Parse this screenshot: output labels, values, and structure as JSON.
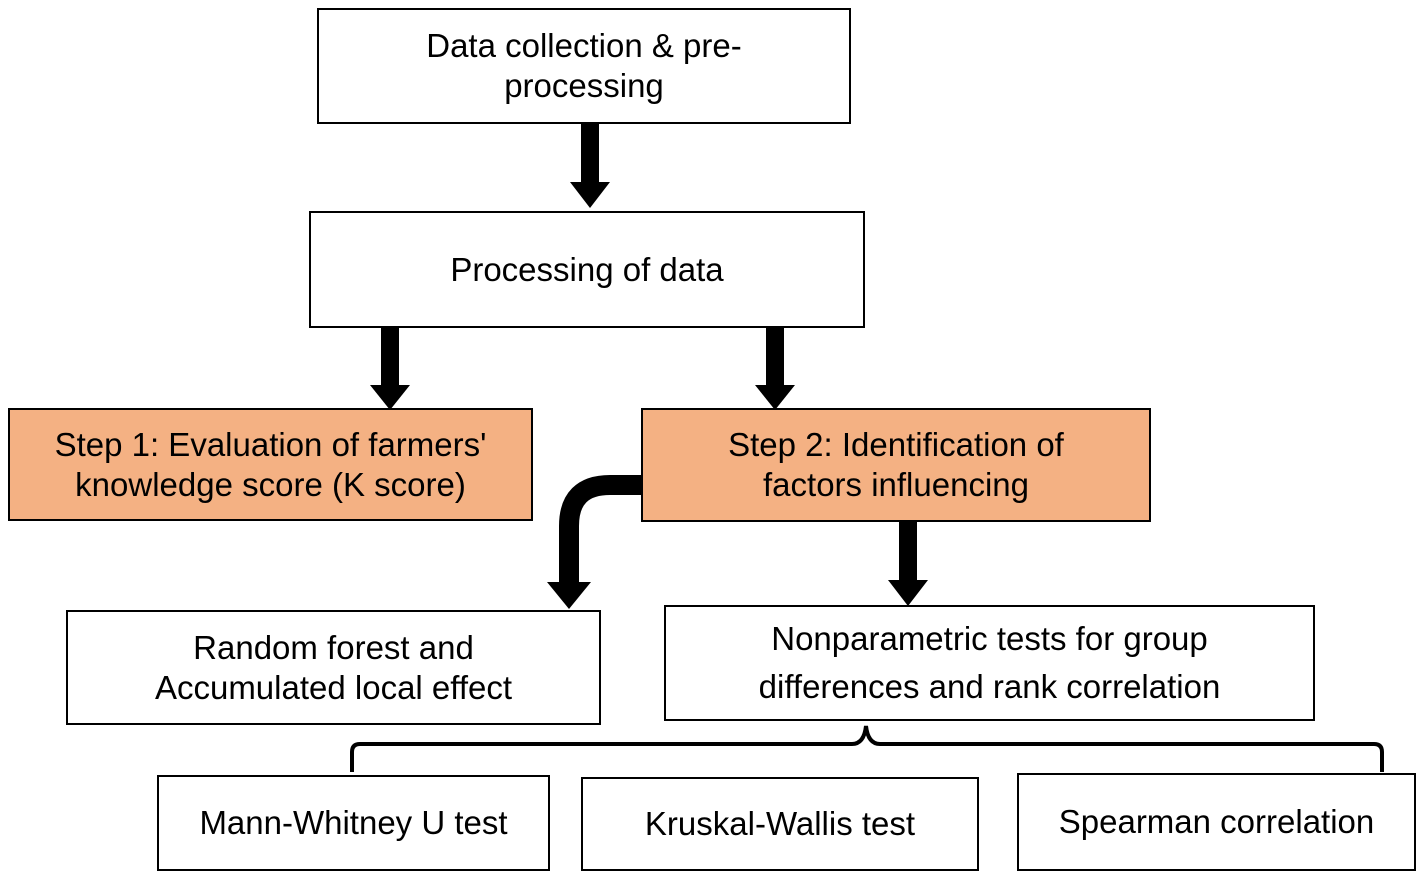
{
  "diagram": {
    "colors": {
      "step_fill": "#f4b183",
      "box_fill": "#ffffff",
      "stroke": "#000000"
    },
    "nodes": {
      "data_collection": {
        "label": "Data collection & pre-processing"
      },
      "processing": {
        "label": "Processing of data"
      },
      "step1": {
        "label": "Step 1: Evaluation of farmers' knowledge score (K score)"
      },
      "step2": {
        "label": "Step 2: Identification of factors influencing"
      },
      "random_forest": {
        "label": "Random forest and Accumulated local effect"
      },
      "nonparametric": {
        "label": "Nonparametric tests for group differences and rank correlation"
      },
      "mann_whitney": {
        "label": "Mann-Whitney U test"
      },
      "kruskal_wallis": {
        "label": "Kruskal-Wallis test"
      },
      "spearman": {
        "label": "Spearman correlation"
      }
    },
    "edges": [
      {
        "from": "data_collection",
        "to": "processing"
      },
      {
        "from": "processing",
        "to": "step1"
      },
      {
        "from": "processing",
        "to": "step2"
      },
      {
        "from": "step2",
        "to": "random_forest"
      },
      {
        "from": "step2",
        "to": "nonparametric"
      },
      {
        "from": "nonparametric",
        "to": "mann_whitney",
        "style": "brace"
      },
      {
        "from": "nonparametric",
        "to": "kruskal_wallis",
        "style": "brace"
      },
      {
        "from": "nonparametric",
        "to": "spearman",
        "style": "brace"
      }
    ]
  }
}
